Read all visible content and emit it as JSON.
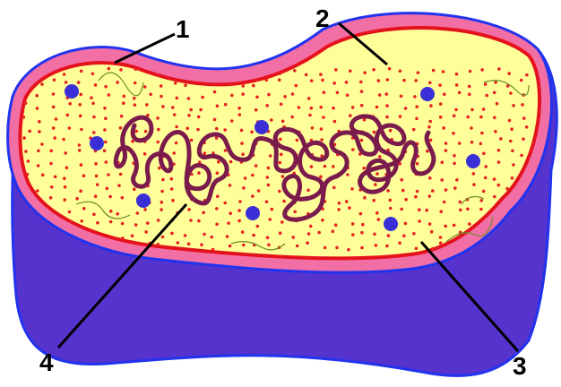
{
  "diagram": {
    "labels": [
      {
        "text": "1",
        "target": "cell-wall"
      },
      {
        "text": "2",
        "target": "plasma-membrane"
      },
      {
        "text": "3",
        "target": "cytoplasm"
      },
      {
        "text": "4",
        "target": "nucleoid-dna"
      }
    ],
    "colors": {
      "outer_wall": "#5533cc",
      "outer_wall_stroke": "#2a26a0",
      "capsule_layer": "#f26fa6",
      "membrane_line": "#e4121c",
      "cytoplasm": "#ffff99",
      "ribosome_dots": "#e52222",
      "dna_strand": "#7a1b4c",
      "granules": "#3a2fd6",
      "plasmid_strands": "#6b8c2a",
      "edge_stroke": "#2233ee"
    },
    "icon_names": [
      "cell-wall-shape",
      "ribosome-dot",
      "storage-granule",
      "plasmid-strand",
      "dna-coil"
    ]
  }
}
